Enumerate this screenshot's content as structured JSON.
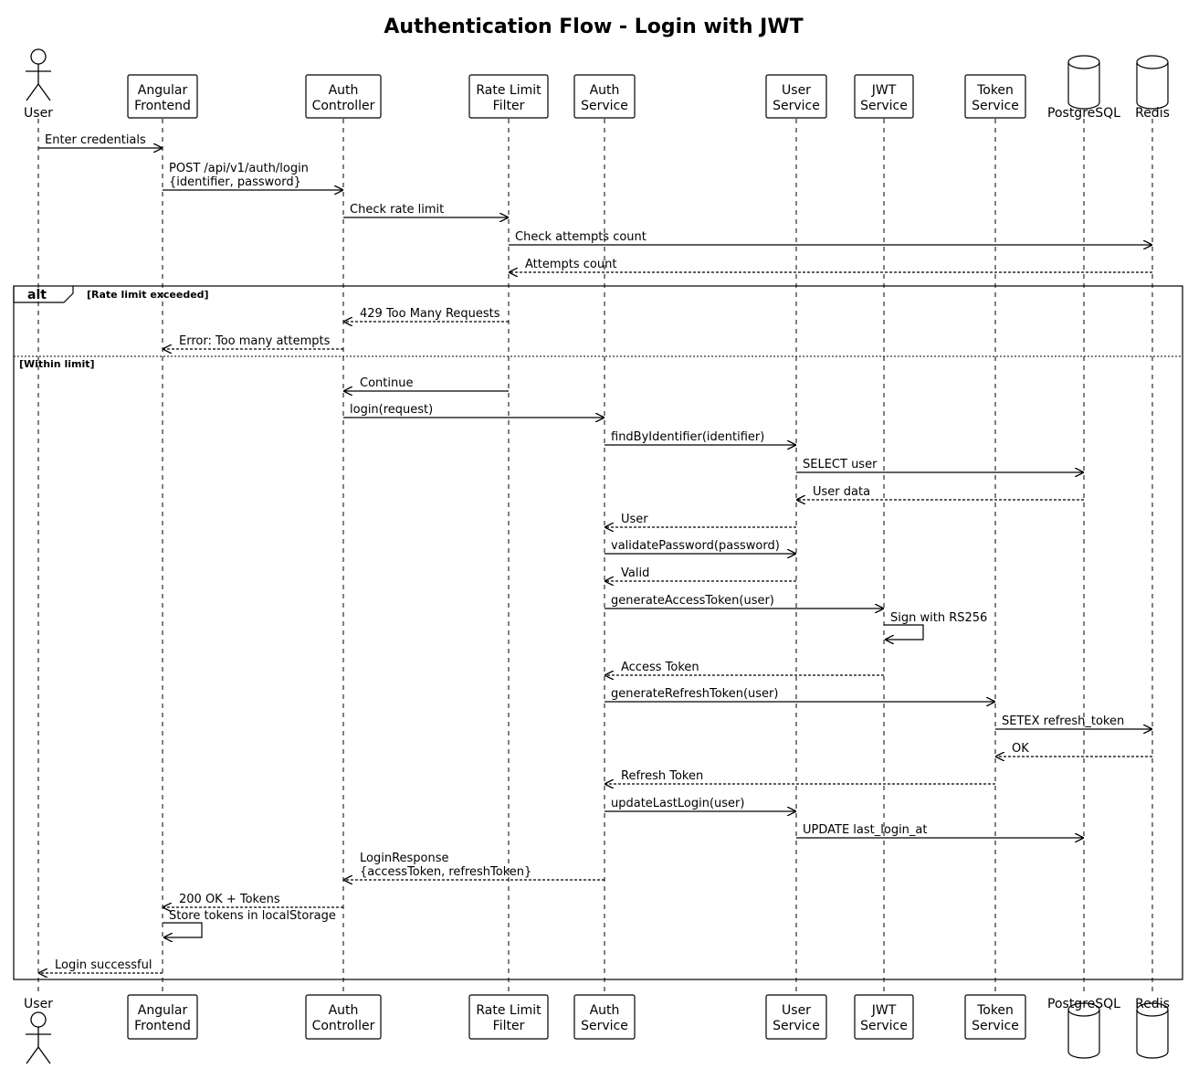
{
  "title": "Authentication Flow - Login with JWT",
  "participants": [
    {
      "id": "user",
      "lines": [
        "User"
      ],
      "kind": "actor"
    },
    {
      "id": "frontend",
      "lines": [
        "Angular",
        "Frontend"
      ],
      "kind": "box"
    },
    {
      "id": "authctl",
      "lines": [
        "Auth",
        "Controller"
      ],
      "kind": "box"
    },
    {
      "id": "ratelimit",
      "lines": [
        "Rate Limit",
        "Filter"
      ],
      "kind": "box"
    },
    {
      "id": "authsvc",
      "lines": [
        "Auth",
        "Service"
      ],
      "kind": "box"
    },
    {
      "id": "usersvc",
      "lines": [
        "User",
        "Service"
      ],
      "kind": "box"
    },
    {
      "id": "jwtsvc",
      "lines": [
        "JWT",
        "Service"
      ],
      "kind": "box"
    },
    {
      "id": "tokensvc",
      "lines": [
        "Token",
        "Service"
      ],
      "kind": "box"
    },
    {
      "id": "postgres",
      "lines": [
        "PostgreSQL"
      ],
      "kind": "database"
    },
    {
      "id": "redis",
      "lines": [
        "Redis"
      ],
      "kind": "database"
    }
  ],
  "messages": [
    {
      "from": "user",
      "to": "frontend",
      "lines": [
        "Enter credentials"
      ],
      "style": "solid"
    },
    {
      "from": "frontend",
      "to": "authctl",
      "lines": [
        "POST /api/v1/auth/login",
        "{identifier, password}"
      ],
      "style": "solid"
    },
    {
      "from": "authctl",
      "to": "ratelimit",
      "lines": [
        "Check rate limit"
      ],
      "style": "solid"
    },
    {
      "from": "ratelimit",
      "to": "redis",
      "lines": [
        "Check attempts count"
      ],
      "style": "solid"
    },
    {
      "from": "redis",
      "to": "ratelimit",
      "lines": [
        "Attempts count"
      ],
      "style": "dashed"
    },
    {
      "from": "ratelimit",
      "to": "authctl",
      "lines": [
        "429 Too Many Requests"
      ],
      "style": "dashed"
    },
    {
      "from": "authctl",
      "to": "frontend",
      "lines": [
        "Error: Too many attempts"
      ],
      "style": "dashed"
    },
    {
      "from": "ratelimit",
      "to": "authctl",
      "lines": [
        "Continue"
      ],
      "style": "solid"
    },
    {
      "from": "authctl",
      "to": "authsvc",
      "lines": [
        "login(request)"
      ],
      "style": "solid"
    },
    {
      "from": "authsvc",
      "to": "usersvc",
      "lines": [
        "findByIdentifier(identifier)"
      ],
      "style": "solid"
    },
    {
      "from": "usersvc",
      "to": "postgres",
      "lines": [
        "SELECT user"
      ],
      "style": "solid"
    },
    {
      "from": "postgres",
      "to": "usersvc",
      "lines": [
        "User data"
      ],
      "style": "dashed"
    },
    {
      "from": "usersvc",
      "to": "authsvc",
      "lines": [
        "User"
      ],
      "style": "dashed"
    },
    {
      "from": "authsvc",
      "to": "usersvc",
      "lines": [
        "validatePassword(password)"
      ],
      "style": "solid"
    },
    {
      "from": "usersvc",
      "to": "authsvc",
      "lines": [
        "Valid"
      ],
      "style": "dashed"
    },
    {
      "from": "authsvc",
      "to": "jwtsvc",
      "lines": [
        "generateAccessToken(user)"
      ],
      "style": "solid"
    },
    {
      "from": "jwtsvc",
      "to": "jwtsvc",
      "lines": [
        "Sign with RS256"
      ],
      "style": "solid"
    },
    {
      "from": "jwtsvc",
      "to": "authsvc",
      "lines": [
        "Access Token"
      ],
      "style": "dashed"
    },
    {
      "from": "authsvc",
      "to": "tokensvc",
      "lines": [
        "generateRefreshToken(user)"
      ],
      "style": "solid"
    },
    {
      "from": "tokensvc",
      "to": "redis",
      "lines": [
        "SETEX refresh_token"
      ],
      "style": "solid"
    },
    {
      "from": "redis",
      "to": "tokensvc",
      "lines": [
        "OK"
      ],
      "style": "dashed"
    },
    {
      "from": "tokensvc",
      "to": "authsvc",
      "lines": [
        "Refresh Token"
      ],
      "style": "dashed"
    },
    {
      "from": "authsvc",
      "to": "usersvc",
      "lines": [
        "updateLastLogin(user)"
      ],
      "style": "solid"
    },
    {
      "from": "usersvc",
      "to": "postgres",
      "lines": [
        "UPDATE last_login_at"
      ],
      "style": "solid"
    },
    {
      "from": "authsvc",
      "to": "authctl",
      "lines": [
        "LoginResponse",
        "{accessToken, refreshToken}"
      ],
      "style": "dashed"
    },
    {
      "from": "authctl",
      "to": "frontend",
      "lines": [
        "200 OK + Tokens"
      ],
      "style": "dashed"
    },
    {
      "from": "frontend",
      "to": "frontend",
      "lines": [
        "Store tokens in localStorage"
      ],
      "style": "solid"
    },
    {
      "from": "frontend",
      "to": "user",
      "lines": [
        "Login successful"
      ],
      "style": "dashed"
    }
  ],
  "fragment": {
    "operator": "alt",
    "guards": [
      "[Rate limit exceeded]",
      "[Within limit]"
    ]
  }
}
